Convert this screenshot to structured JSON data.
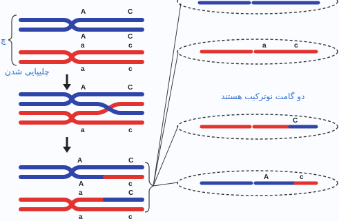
{
  "labels": {
    "left_bracket_fragment": "چ",
    "crossing_over": "چلیپایی شدن",
    "recombinant_note": "دو گامت نوترکیب هستند"
  },
  "loci": {
    "stage1_top_a": "A",
    "stage1_top_c": "C",
    "stage1_mid_a": "A",
    "stage1_mid_c": "C",
    "stage1_red_a": "a",
    "stage1_red_c": "c",
    "stage1_bot_a": "a",
    "stage1_bot_c": "c",
    "stage2_top_a": "A",
    "stage2_top_c": "C",
    "stage2_bot_a": "a",
    "stage2_bot_c": "c",
    "stage3_top_a": "A",
    "stage3_top_c": "C",
    "stage3_mid_a": "A",
    "stage3_mid_c": "c",
    "stage3_red_a": "a",
    "stage3_red_c": "C",
    "stage3_bot_a": "a",
    "stage3_bot_c": "c",
    "gamete2_a": "a",
    "gamete2_c": "c",
    "gamete3_c": "C",
    "gamete4_a": "A",
    "gamete4_c": "c"
  },
  "colors": {
    "blue": "#2f45a8",
    "red": "#e2332f",
    "arrow": "#222222",
    "label_blue": "#2a6fd1"
  }
}
